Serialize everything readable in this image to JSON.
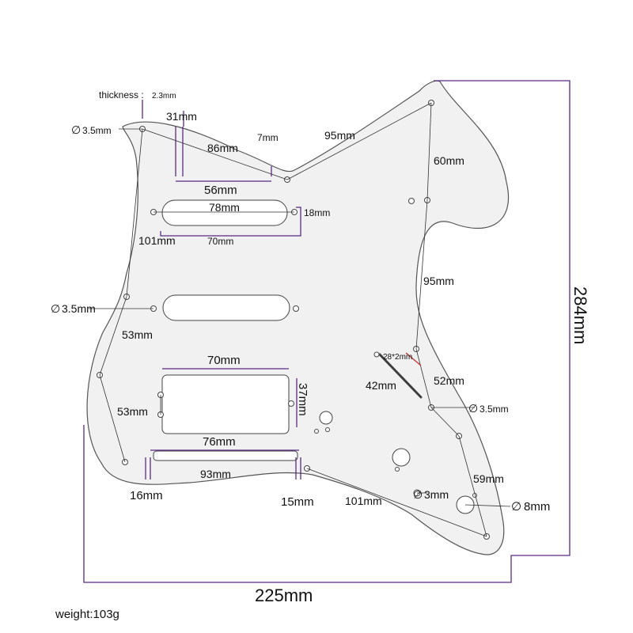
{
  "colors": {
    "outline": "#555555",
    "plate_fill": "#f1f1f1",
    "dimension_purple": "#5a2a82",
    "dimension_red": "#c22e2e",
    "measure_line": "#333333",
    "text": "#111111"
  },
  "pickguard": {
    "thickness_label": "thickness : ",
    "thickness_value": "2.3mm",
    "weight": "weight:103g",
    "overall_width": "225mm",
    "overall_height": "284mm",
    "labels": {
      "hole_top_left": "3.5mm",
      "width_31": "31mm",
      "length_86": "86mm",
      "width_7": "7mm",
      "length_95_top": "95mm",
      "length_60": "60mm",
      "width_56": "56mm",
      "length_78": "78mm",
      "height_18": "18mm",
      "length_101_top": "101mm",
      "length_70_single": "70mm",
      "length_95_right": "95mm",
      "hole_mid_left": "3.5mm",
      "length_53_left": "53mm",
      "slot_28x2": "28*2mm",
      "width_70_hum": "70mm",
      "height_37": "37mm",
      "length_53_hum": "53mm",
      "length_42": "42mm",
      "length_52": "52mm",
      "hole_right": "3.5mm",
      "width_76": "76mm",
      "length_93": "93mm",
      "length_59": "59mm",
      "width_16": "16mm",
      "width_15": "15mm",
      "length_101_bottom": "101mm",
      "hole_3": "3mm",
      "hole_8": "8mm"
    }
  }
}
